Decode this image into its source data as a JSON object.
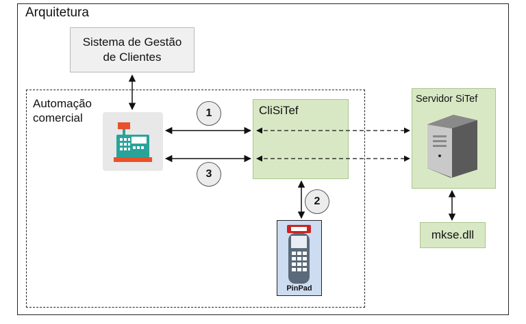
{
  "title": "Arquitetura",
  "nodes": {
    "sistema": {
      "line1": "Sistema de Gestão",
      "line2": "de Clientes"
    },
    "automacao": {
      "line1": "Automação",
      "line2": "comercial"
    },
    "clisitef": "CliSiTef",
    "servidor": "Servidor SiTef",
    "mkse": "mkse.dll",
    "pinpad": "PinPad"
  },
  "steps": [
    "1",
    "2",
    "3"
  ],
  "colors": {
    "green_box": "#d9e8c4",
    "gray_box": "#f0f0f0",
    "register_accent": "#e8512a",
    "register_body": "#2aa39a",
    "pinpad_bg": "#cddcf0"
  }
}
